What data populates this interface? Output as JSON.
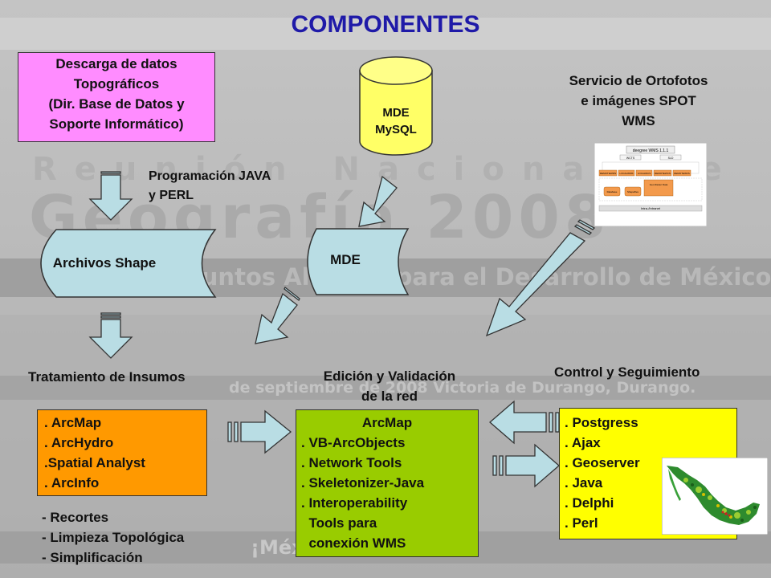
{
  "title": "COMPONENTES",
  "watermark": {
    "line1": "Reunión Nacional de",
    "line2": "Geografía 2008",
    "line3": "Juntos Aliamos para el Desarrollo de México!",
    "line4": "de septiembre de 2008 Victoria de Durango, Durango.",
    "line5": "¡México"
  },
  "colors": {
    "title": "#1f1aa8",
    "descarga": "#ff8cff",
    "tratamiento": "#ff9900",
    "edicion": "#99cc00",
    "control": "#ffff00",
    "cylinder": "#ffff66",
    "shape": "#b9dde4"
  },
  "descarga": {
    "lines": [
      "Descarga de datos",
      "Topográficos",
      "(Dir. Base de Datos y",
      "Soporte Informático)"
    ]
  },
  "mde_mysql": {
    "lines": [
      "MDE",
      "MySQL"
    ]
  },
  "ortofotos": {
    "lines": [
      "Servicio de Ortofotos",
      "e imágenes SPOT",
      "WMS"
    ]
  },
  "programacion": {
    "lines": [
      "Programación JAVA",
      "y PERL"
    ]
  },
  "shape_archivos": "Archivos Shape",
  "shape_mde": "MDE",
  "tratamiento": {
    "title": "Tratamiento de Insumos",
    "items": [
      ". ArcMap",
      ". ArcHydro",
      ".Spatial Analyst",
      ". ArcInfo"
    ],
    "sub": [
      "- Recortes",
      "- Limpieza Topológica",
      "- Simplificación"
    ]
  },
  "edicion": {
    "title_lines": [
      "Edición y Validación",
      "de la red"
    ],
    "items": [
      "ArcMap",
      ". VB-ArcObjects",
      ". Network Tools",
      ". Skeletonizer-Java",
      ". Interoperability",
      "  Tools para",
      "  conexión WMS"
    ]
  },
  "control": {
    "title": "Control y Seguimiento",
    "items": [
      ". Postgress",
      ". Ajax",
      ". Geoserver",
      ". Java",
      ". Delphi",
      ". Perl"
    ]
  },
  "wms_diagram": {
    "header": "deegree WMS 1.1.1",
    "boxes": [
      "WCTS",
      "SLD",
      "REMOTEWMS",
      "LOCALWMS",
      "LOCALWCS",
      "REMOTEWCS",
      "REMOTEWFS"
    ],
    "cyl1": "Database",
    "cyl2": "Shapefiles",
    "cyl3": "Geo Raster Data",
    "bar": "Intra-/Intranet"
  }
}
